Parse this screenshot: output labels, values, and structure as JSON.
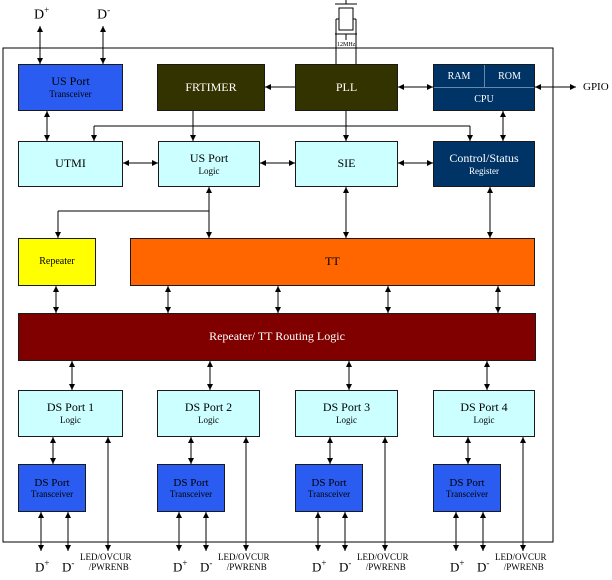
{
  "blocks": {
    "us_port_transceiver": {
      "title": "US Port",
      "subtitle": "Transceiver"
    },
    "frtimer": {
      "title": "FRTIMER"
    },
    "pll": {
      "title": "PLL"
    },
    "ram": {
      "title": "RAM"
    },
    "rom": {
      "title": "ROM"
    },
    "cpu": {
      "title": "CPU"
    },
    "utmi": {
      "title": "UTMI"
    },
    "us_port_logic": {
      "title": "US Port",
      "subtitle": "Logic"
    },
    "sie": {
      "title": "SIE"
    },
    "control_status": {
      "title": "Control/Status",
      "subtitle": "Register"
    },
    "repeater": {
      "title": "Repeater"
    },
    "tt": {
      "title": "TT"
    },
    "routing": {
      "title": "Repeater/ TT Routing Logic"
    },
    "ds_ports": [
      {
        "logic_title": "DS Port 1",
        "logic_subtitle": "Logic",
        "xcvr_title": "DS Port",
        "xcvr_subtitle": "Transceiver"
      },
      {
        "logic_title": "DS Port 2",
        "logic_subtitle": "Logic",
        "xcvr_title": "DS Port",
        "xcvr_subtitle": "Transceiver"
      },
      {
        "logic_title": "DS Port 3",
        "logic_subtitle": "Logic",
        "xcvr_title": "DS Port",
        "xcvr_subtitle": "Transceiver"
      },
      {
        "logic_title": "DS Port 4",
        "logic_subtitle": "Logic",
        "xcvr_title": "DS Port",
        "xcvr_subtitle": "Transceiver"
      }
    ]
  },
  "labels": {
    "d_letter": "D",
    "plus": "+",
    "minus": "-",
    "gpio": "GPIO",
    "crystal": "12MHz",
    "led_line1": "LED/OVCUR",
    "led_line2": "/PWRENB"
  },
  "colors": {
    "us_transceiver": "#2b5cf2",
    "ds_transceiver": "#2b5cf2",
    "frtimer": "#333300",
    "pll": "#333300",
    "cpu": "#003366",
    "light": "#ccffff",
    "repeater": "#ffff00",
    "tt": "#ff6600",
    "routing": "#800000"
  }
}
